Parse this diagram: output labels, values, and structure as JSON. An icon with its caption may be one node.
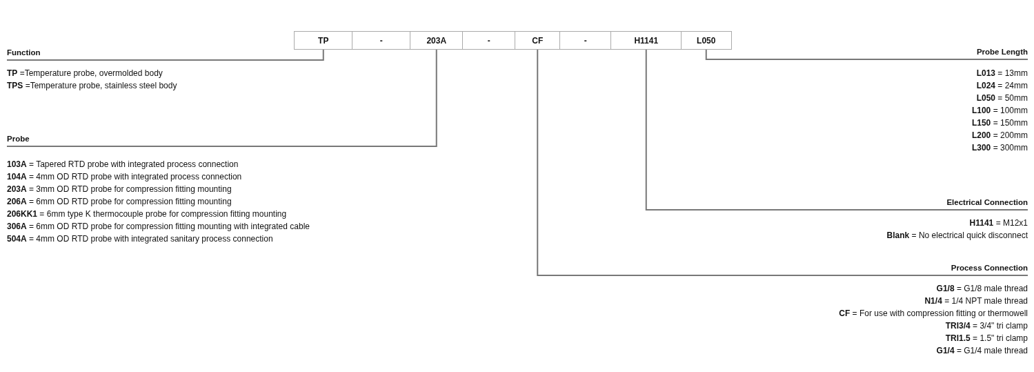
{
  "diagram": {
    "nodes": [
      {
        "text": [
          "TP"
        ]
      },
      {
        "text": [
          "-"
        ]
      },
      {
        "text": [
          "203A"
        ]
      },
      {
        "text": [
          "-"
        ]
      },
      {
        "text": [
          "CF"
        ]
      },
      {
        "text": [
          "-"
        ]
      },
      {
        "text": [
          "H1141"
        ]
      },
      {
        "text": [
          "L050"
        ]
      },
      {
        "text": [
          "Function"
        ]
      },
      {
        "text": [
          "Probe"
        ]
      },
      {
        "text": [
          "Probe Length"
        ]
      },
      {
        "text": [
          "Electrical Connection"
        ]
      },
      {
        "text": [
          "Process Connection"
        ]
      }
    ],
    "edges": [
      {
        "from": 0,
        "to": 8,
        "arrow": "none"
      },
      {
        "from": 2,
        "to": 9,
        "arrow": "none"
      },
      {
        "from": 7,
        "to": 10,
        "arrow": "none"
      },
      {
        "from": 6,
        "to": 11,
        "arrow": "none"
      },
      {
        "from": 4,
        "to": 12,
        "arrow": "none"
      }
    ],
    "labels": [
      "**TP** =Temperature probe, overmolded body",
      "**TPS** =Temperature probe, stainless steel body",
      "**103A** = Tapered RTD probe with integrated process connection",
      "**104A** = 4mm OD RTD probe with integrated process connection",
      "**203A** = 3mm OD RTD probe for compression fitting mounting",
      "**206A** = 6mm OD RTD probe for compression fitting mounting",
      "**206KK1** = 6mm type K thermocouple probe for compression fitting mounting",
      "**306A** = 6mm OD RTD probe for compression fitting mounting with integrated cable",
      "**504A** = 4mm OD RTD probe with integrated sanitary process connection",
      "**L013** = 13mm",
      "**L024** = 24mm",
      "**L050** = 50mm",
      "**L100** = 100mm",
      "**L150** = 150mm",
      "**L200** = 200mm",
      "**L300** = 300mm",
      "**H1141** = M12x1",
      "**Blank** = No electrical quick disconnect",
      "**G1/8** = G1/8 male thread",
      "**N1/4** = 1/4 NPT male thread",
      "**CF** = For use with compression fitting or thermowell",
      "**TRI3/4** = 3/4\" tri clamp",
      "**TRI1.5** = 1.5\" tri clamp",
      "**G1/4** = G1/4 male thread"
    ]
  }
}
